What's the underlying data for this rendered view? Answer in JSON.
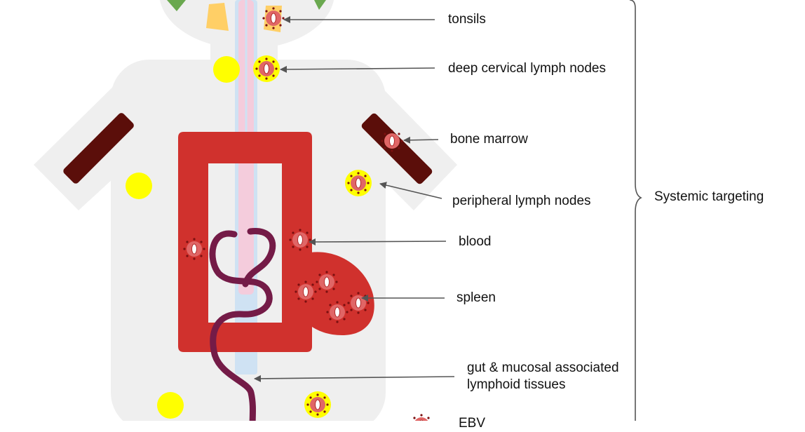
{
  "labels": {
    "tonsils": "tonsils",
    "deep_cervical": "deep cervical lymph nodes",
    "bone_marrow": "bone marrow",
    "peripheral": "peripheral lymph nodes",
    "blood": "blood",
    "spleen": "spleen",
    "gut_line1": "gut & mucosal associated",
    "gut_line2": "lymphoid tissues",
    "systemic": "Systemic targeting",
    "legend_partial": "EBV"
  },
  "colors": {
    "body": "#efefef",
    "blood": "#d0312d",
    "marrow": "#5b0e0a",
    "node": "#ffff00",
    "tonsil": "#ffcf66",
    "green": "#6aa84f",
    "gut": "#741b47",
    "airway_blue": "#cfe2f3",
    "airway_pink": "#f4ccdc",
    "virus": "#e06666",
    "arrow": "#555555"
  },
  "icons": {
    "virus": "ebv-virus-icon"
  }
}
